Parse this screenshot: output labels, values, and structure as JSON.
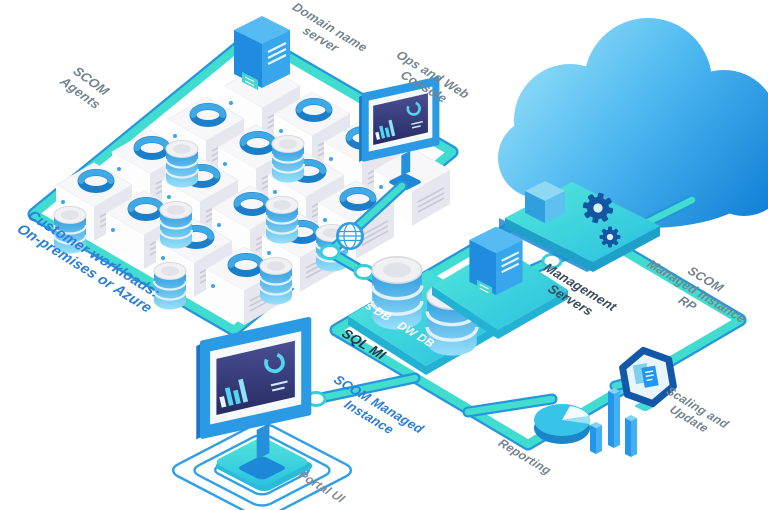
{
  "diagram": {
    "labels": {
      "scom_agents": [
        "SCOM",
        "Agents"
      ],
      "domain_name_server": [
        "Domain name",
        "server"
      ],
      "ops_web_console": [
        "Ops and Web",
        "Console"
      ],
      "customer_workloads": [
        "Customer workloads:",
        "On-premises or Azure"
      ],
      "scom_mi_rp": [
        "SCOM",
        "Managed Instance",
        "RP"
      ],
      "management_servers": [
        "Management",
        "Servers"
      ],
      "ops_db": "Ops DB",
      "dw_db": "DW DB",
      "sql_mi": "SQL MI",
      "scom_managed_instance": [
        "SCOM Managed",
        "Instance"
      ],
      "portal_ui": "Portal UI",
      "reporting": "Reporting",
      "scaling_update": [
        "Scaling and",
        "Update"
      ]
    },
    "server_grid": {
      "rows": 4,
      "cols": 4,
      "server_count": 16
    },
    "icons": {
      "agent_ring": "blue-torus-ring",
      "database": "database-cylinder",
      "globe": "globe",
      "gear": "gear",
      "cloud": "azure-cloud",
      "scaling_badge": "hexagon-documents",
      "reporting_pie": "pie-chart",
      "reporting_bars": "bar-chart",
      "console": "monitor",
      "server": "blue-server"
    },
    "colors": {
      "platform_teal": "#3fdccf",
      "edge_blue": "#2596dc",
      "azure_blue": "#1f8ce0",
      "cloud_light": "#9ae2f9",
      "cloud_dark": "#0f7fd6",
      "label_gray": "#76838f",
      "label_blue": "#2a7dd8",
      "label_dark": "#3d4b5c",
      "screen_navy": "#3d4386",
      "white": "#ffffff"
    }
  }
}
